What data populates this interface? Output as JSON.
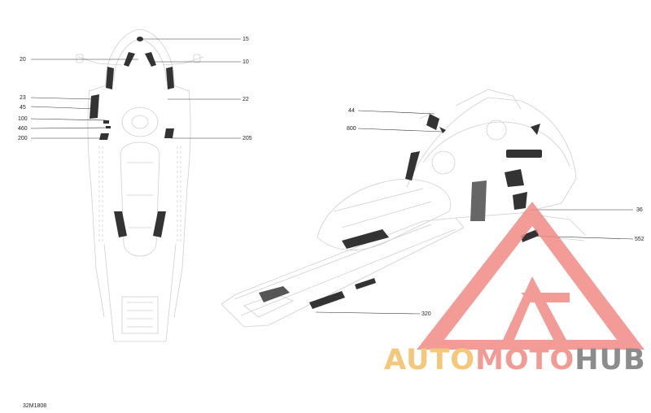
{
  "diagram": {
    "code": "32M1808",
    "callouts_top_view": [
      "20",
      "15",
      "10",
      "23",
      "45",
      "22",
      "100",
      "460",
      "200",
      "205"
    ],
    "callouts_side_view": [
      "44",
      "800",
      "36",
      "552",
      "320"
    ]
  },
  "watermark": {
    "part1": "AUTO",
    "part2": "MOTO",
    "part3": "HUB",
    "colors": {
      "auto": "#f4c77a",
      "moto": "#f29a94",
      "hub": "#8c8c8c",
      "triangle": "#f08a86"
    }
  }
}
